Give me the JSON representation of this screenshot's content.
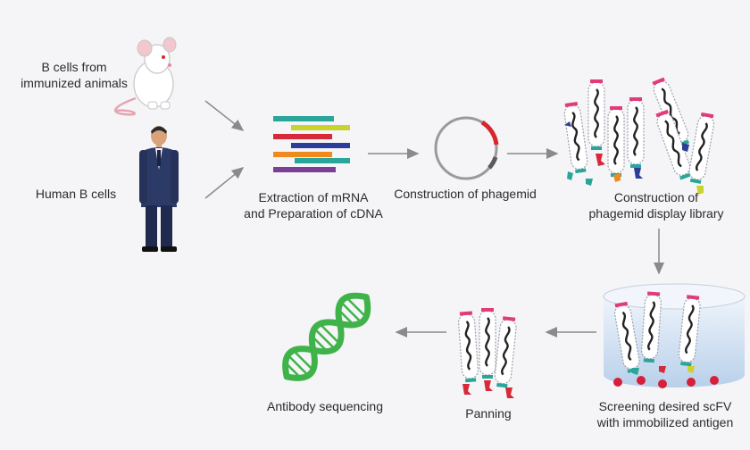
{
  "labels": {
    "b_cells": [
      "B cells from",
      "immunized animals"
    ],
    "human_b_cells": "Human B cells",
    "extraction": [
      "Extraction of mRNA",
      "and Preparation of cDNA"
    ],
    "phagemid": "Construction of phagemid",
    "library": [
      "Construction of",
      "phagemid display library"
    ],
    "screening": [
      "Screening desired scFV",
      "with immobilized antigen"
    ],
    "panning": "Panning",
    "sequencing": "Antibody sequencing"
  },
  "icons": {
    "mouse": "mouse-icon",
    "person": "person-icon",
    "cdna": "cdna-strands-icon",
    "plasmid": "plasmid-icon",
    "library": "phage-library-icon",
    "screening": "screening-dish-icon",
    "panning": "panning-phage-icon",
    "dna": "dna-helix-icon"
  },
  "colors": {
    "background": "#f5f5f7",
    "arrow": "#8a8a8a",
    "dna_green": "#3fb34a",
    "plasmid_red": "#d7262d",
    "strand_colors": [
      "#2aa59a",
      "#c9d22f",
      "#d62a3a",
      "#2d3e98",
      "#f08a1e",
      "#2aa59a",
      "#7b3f98"
    ]
  }
}
